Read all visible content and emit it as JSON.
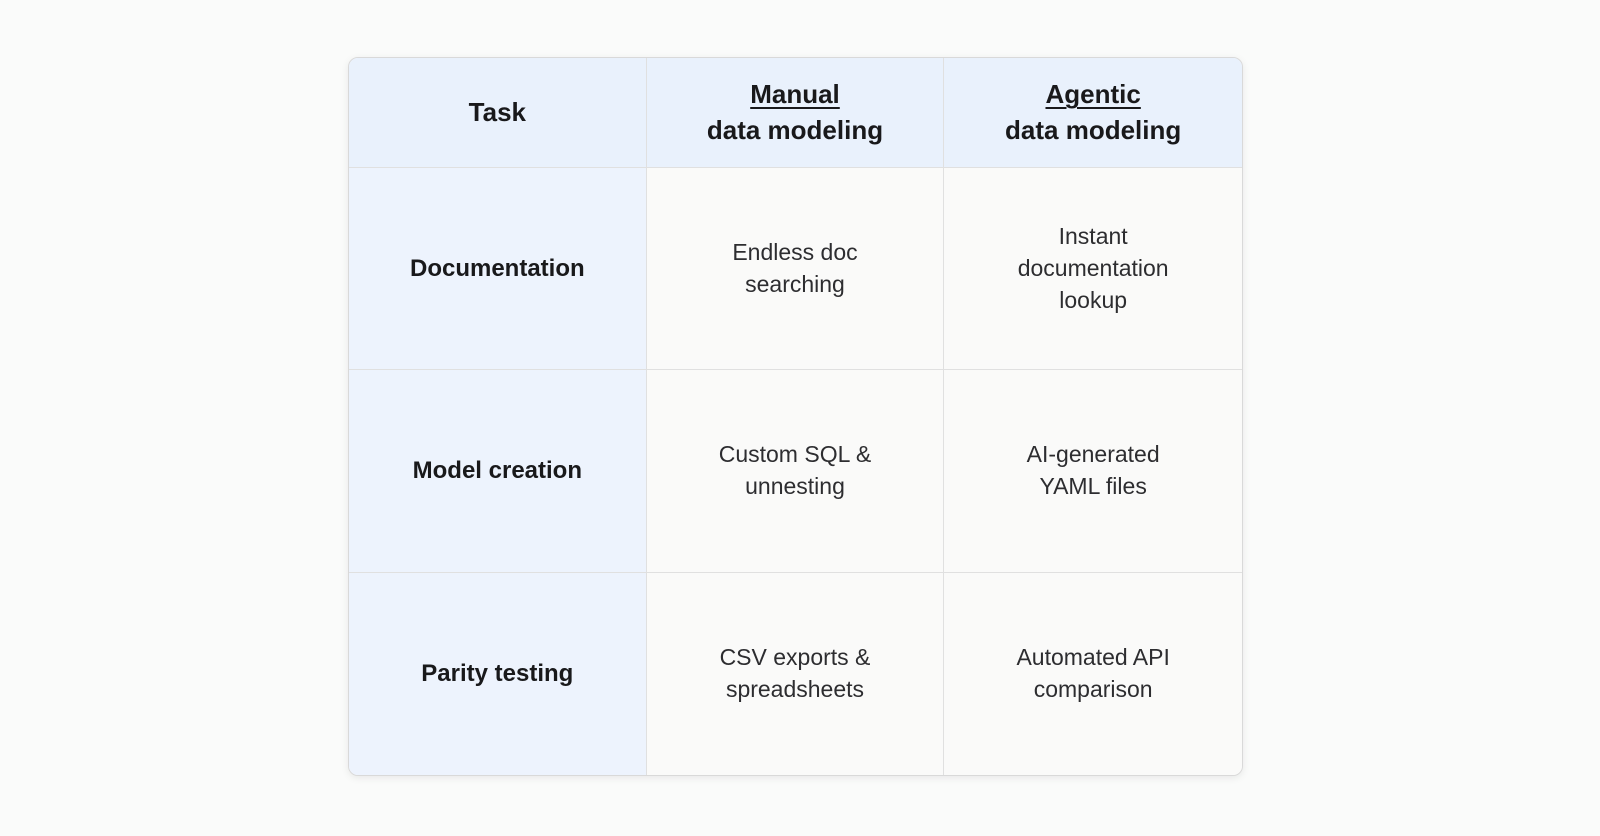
{
  "colors": {
    "page_bg": "#fafbfa",
    "header_bg": "#e9f1fc",
    "label_col_bg": "#edf3fd",
    "cell_bg": "#fafaf9",
    "grid_border": "#e0e0e0",
    "outer_border": "#d9d9d9",
    "heading_text": "#19191b",
    "body_text": "#2d2d30"
  },
  "table": {
    "header": {
      "task_label": "Task",
      "manual": {
        "title": "Manual",
        "subtitle": "data modeling"
      },
      "agentic": {
        "title": "Agentic",
        "subtitle": "data modeling"
      }
    },
    "rows": [
      {
        "task": "Documentation",
        "manual": "Endless doc\nsearching",
        "agentic": "Instant\ndocumentation\nlookup"
      },
      {
        "task": "Model creation",
        "manual": "Custom SQL &\nunnesting",
        "agentic": "AI-generated\nYAML files"
      },
      {
        "task": "Parity testing",
        "manual": "CSV exports &\nspreadsheets",
        "agentic": "Automated API\ncomparison"
      }
    ]
  },
  "chart_data": {
    "type": "table",
    "columns": [
      "Task",
      "Manual data modeling",
      "Agentic data modeling"
    ],
    "rows": [
      [
        "Documentation",
        "Endless doc searching",
        "Instant documentation lookup"
      ],
      [
        "Model creation",
        "Custom SQL & unnesting",
        "AI-generated YAML files"
      ],
      [
        "Parity testing",
        "CSV exports & spreadsheets",
        "Automated API comparison"
      ]
    ],
    "title": "",
    "notes": "Comparison table; 'Manual' and 'Agentic' header words are underlined; header row and first column have light blue backgrounds"
  }
}
